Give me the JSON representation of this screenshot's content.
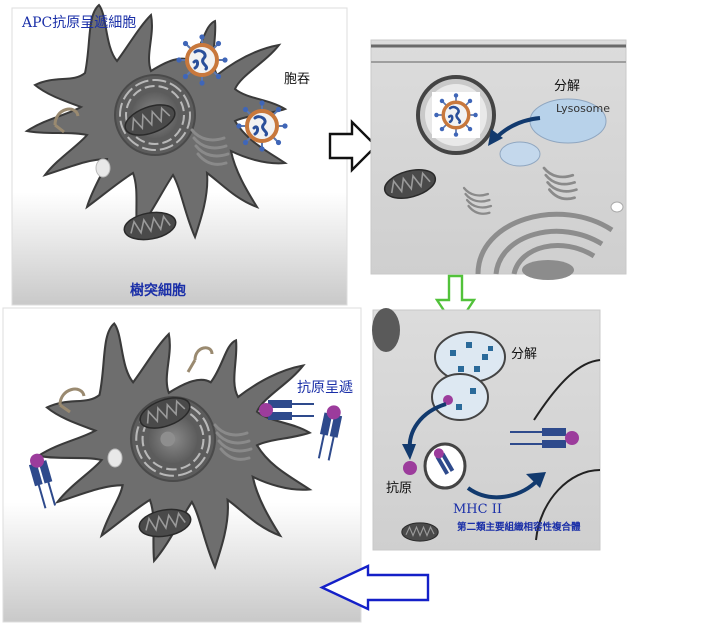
{
  "labels": {
    "apc_title": "APC抗原呈遞細胞",
    "phagocytosis": "胞吞",
    "dendritic_cell": "樹突細胞",
    "degrade_top": "分解",
    "lysosome": "Lysosome",
    "degrade_mid": "分解",
    "antigen": "抗原",
    "mhc2": "MHC II",
    "mhc2_full": "第二類主要組織相容性複合體",
    "antigen_presentation": "抗原呈遞"
  },
  "colors": {
    "title_blue": "#1a2fa8",
    "cell_gray": "#6e6e6e",
    "outline": "#3a3a3a",
    "arrow_green": "#52c23a",
    "arrow_blue": "#1420c8",
    "curve_arrow": "#123a6e",
    "mhc_blue": "#2e4a8c",
    "antigen_purple": "#9c3c9c",
    "vesicle_blue": "#b8d2ea",
    "virus_orange": "#c8783c"
  },
  "icons": [
    "virus-icon",
    "mhc-ii-receptor-icon",
    "antigen-dot-icon",
    "mitochondrion-icon",
    "golgi-icon",
    "nucleus-icon"
  ]
}
